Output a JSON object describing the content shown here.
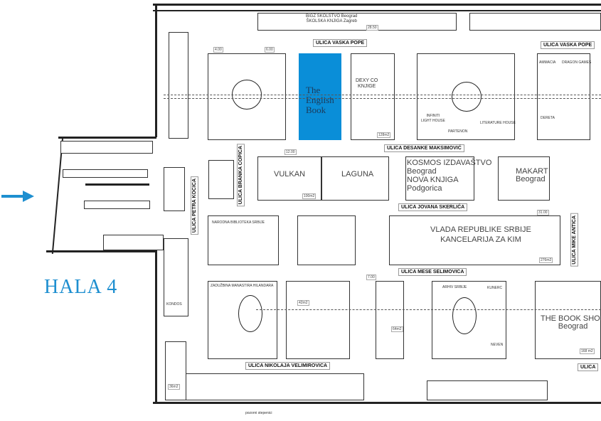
{
  "title": "HALA 4",
  "highlight": {
    "line1": "The",
    "line2": "English",
    "line3": "Book",
    "color": "#0a8ed8"
  },
  "streets": {
    "vaska_pope": "ULICA VASKA POPE",
    "desanke": "ULICA DESANKE MAKSIMOVIĆ",
    "skerlica": "ULICA JOVANA SKERLIĆA",
    "selimovica": "ULICA MESE SELIMOVICA",
    "velimirovica": "ULICA NIKOLAJA VELIMIROVICA",
    "mike_antica": "ULICA MIKE ANTICA",
    "petra_kocica": "ULICA PETRA KOCICA",
    "branka_copica": "ULICA BRANKA COPICA",
    "right_bottom": "ULICA"
  },
  "booths": {
    "bigz": "BIGZ ŠKOLSTVO Beograd",
    "skolska": "ŠKOLSKA KNJIGA Zagreb",
    "dexy": "DEXY CO",
    "dexy2": "KNJIGE",
    "vulkan": "VULKAN",
    "laguna": "LAGUNA",
    "kosmos": "KOSMOS IZDAVAŠTVO",
    "kosmos_city": "Beograd",
    "nova": "NOVA KNJIGA",
    "nova_city": "Podgorica",
    "makart": "MAKART",
    "makart_city": "Beograd",
    "vlada1": "VLADA REPUBLIKE SRBIJE",
    "vlada2": "KANCELARIJA ZA KIM",
    "bookshop": "THE BOOK SHOP",
    "bookshop_city": "Beograd",
    "infiniti": "INFINITI",
    "lighthouse": "LIGHT HOUSE",
    "partenon": "PARTENON",
    "literature": "LITERATURE HOUSE",
    "dereta": "DERETA",
    "arhiv": "ARHIV SRBIJE",
    "neven": "NEVEN",
    "hilandar": "ZADUŽBINA MANASTIRA HILANDARA",
    "narodna": "NARODNA BIBLIOTEKA SRBIJE",
    "ammacia": "AMMACIA",
    "dragon": "DRAGON GAMES",
    "kunerc": "KUNERC",
    "kondos": "KONDOS"
  },
  "areas": {
    "a1": "42m2",
    "a2": "168 m2",
    "a3": "128m2",
    "a4": "100m2",
    "a5": "276m2",
    "a6": "36m2",
    "a7": "64m2"
  },
  "numbers": {
    "n1": "4.00",
    "n2": "6.00",
    "n3": "12.00",
    "n4": "31.00",
    "n5": "28.50",
    "n6": "7.00"
  },
  "footer": "pozorni stepenici"
}
